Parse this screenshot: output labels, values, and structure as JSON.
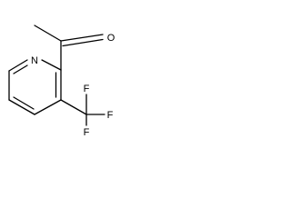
{
  "molecule": {
    "ring_nitrogen_label": "N",
    "carbonyl_oxygen_label": "O",
    "fluorine_labels": [
      "F",
      "F",
      "F"
    ]
  },
  "colors": {
    "background": "#ffffff",
    "ink": "#000000"
  }
}
